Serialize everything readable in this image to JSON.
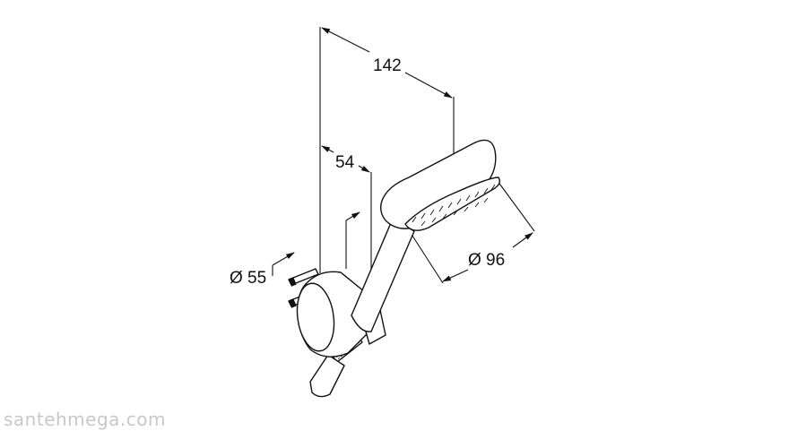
{
  "dimensions": {
    "overall_length": "142",
    "wall_offset": "54",
    "holder_diameter": "Ø 55",
    "head_diameter": "Ø 96"
  },
  "watermark": "santehmega.com",
  "colors": {
    "line": "#111111",
    "background": "#ffffff",
    "watermark": "#c8c8c8"
  }
}
